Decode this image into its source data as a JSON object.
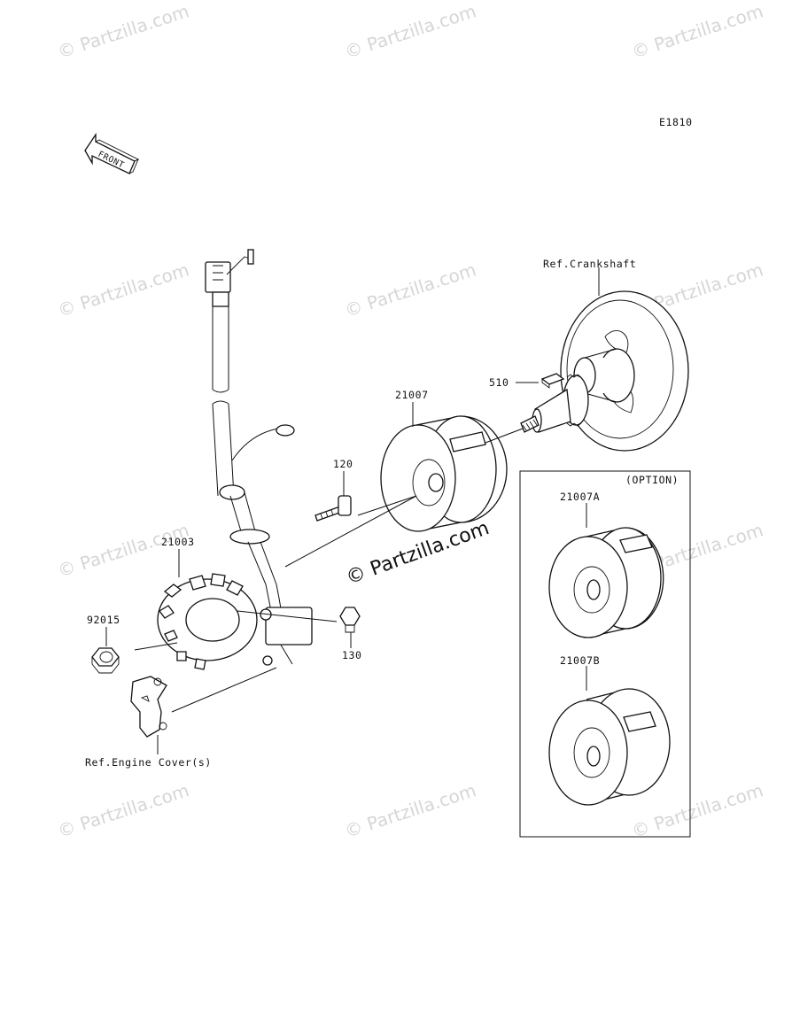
{
  "diagram": {
    "code": "E1810",
    "front_arrow_label": "FRONT",
    "option_box_label": "(OPTION)",
    "watermark": "© Partzilla.com",
    "labels": {
      "ref_crankshaft": "Ref.Crankshaft",
      "p510": "510",
      "p21007": "21007",
      "p120": "120",
      "p21003": "21003",
      "p92015": "92015",
      "p130": "130",
      "ref_engine_cover": "Ref.Engine Cover(s)",
      "p21007A": "21007A",
      "p21007B": "21007B"
    }
  }
}
